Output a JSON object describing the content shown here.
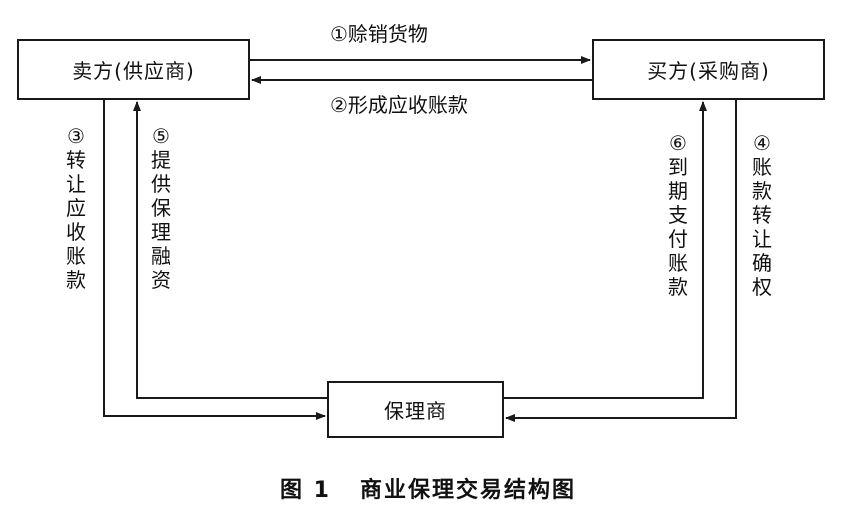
{
  "nodes": {
    "seller": "卖方(供应商)",
    "buyer": "买方(采购商)",
    "factor": "保理商"
  },
  "flows": {
    "step1": "①赊销货物",
    "step2": "②形成应收账款",
    "step3": "③转让应收账款",
    "step4": "④账款转让确权",
    "step5": "⑤提供保理融资",
    "step6": "⑥到期支付账款"
  },
  "caption": "图 1   商业保理交易结构图"
}
